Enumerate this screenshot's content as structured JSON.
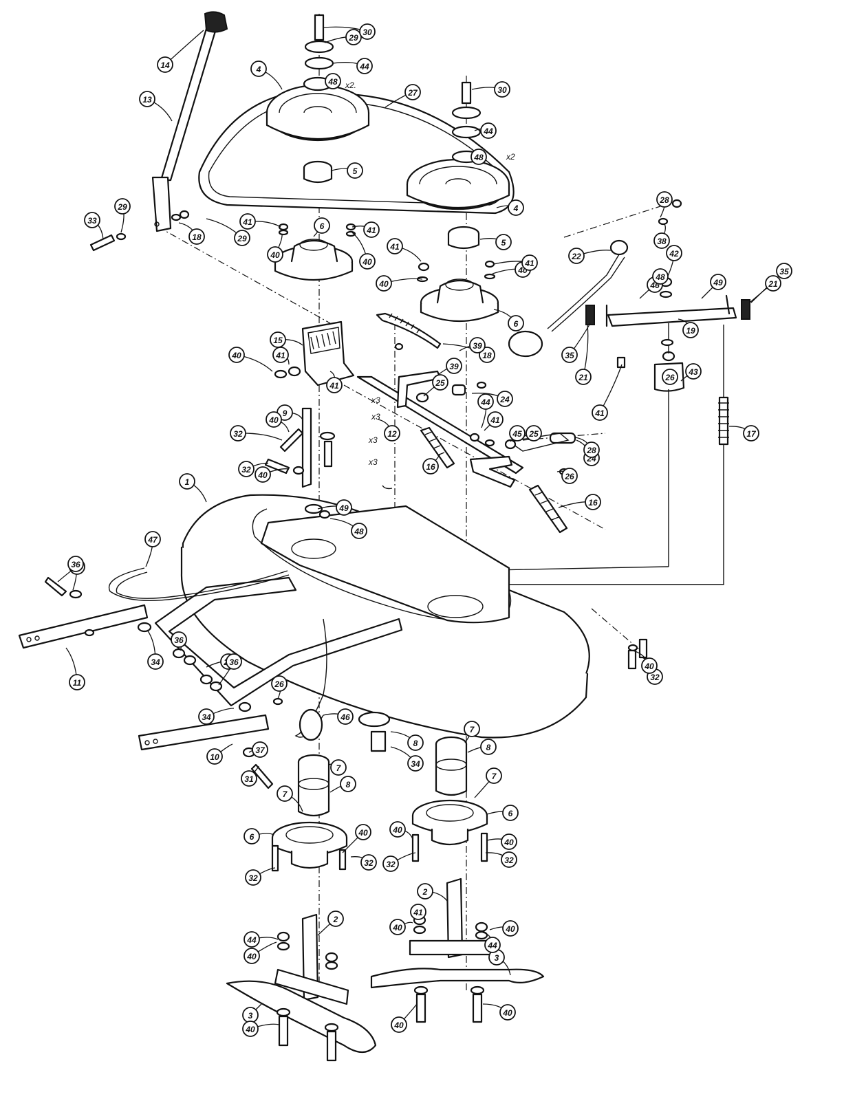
{
  "callouts": [
    {
      "label": "1"
    },
    {
      "label": "2"
    },
    {
      "label": "2"
    },
    {
      "label": "3"
    },
    {
      "label": "3"
    },
    {
      "label": "4"
    },
    {
      "label": "4"
    },
    {
      "label": "5"
    },
    {
      "label": "5"
    },
    {
      "label": "6"
    },
    {
      "label": "6"
    },
    {
      "label": "6"
    },
    {
      "label": "6"
    },
    {
      "label": "7"
    },
    {
      "label": "7"
    },
    {
      "label": "7"
    },
    {
      "label": "7"
    },
    {
      "label": "8"
    },
    {
      "label": "8"
    },
    {
      "label": "8"
    },
    {
      "label": "9"
    },
    {
      "label": "10"
    },
    {
      "label": "11"
    },
    {
      "label": "12"
    },
    {
      "label": "13"
    },
    {
      "label": "14"
    },
    {
      "label": "15"
    },
    {
      "label": "16"
    },
    {
      "label": "16"
    },
    {
      "label": "17"
    },
    {
      "label": "18"
    },
    {
      "label": "18"
    },
    {
      "label": "19"
    },
    {
      "label": "21"
    },
    {
      "label": "21"
    },
    {
      "label": "22"
    },
    {
      "label": "24"
    },
    {
      "label": "24"
    },
    {
      "label": "25"
    },
    {
      "label": "25"
    },
    {
      "label": "26"
    },
    {
      "label": "26"
    },
    {
      "label": "26"
    },
    {
      "label": "26"
    },
    {
      "label": "27"
    },
    {
      "label": "28"
    },
    {
      "label": "28"
    },
    {
      "label": "29"
    },
    {
      "label": "29"
    },
    {
      "label": "29"
    },
    {
      "label": "30"
    },
    {
      "label": "30"
    },
    {
      "label": "31"
    },
    {
      "label": "31"
    },
    {
      "label": "32"
    },
    {
      "label": "32"
    },
    {
      "label": "32"
    },
    {
      "label": "32"
    },
    {
      "label": "32"
    },
    {
      "label": "32"
    },
    {
      "label": "32"
    },
    {
      "label": "33"
    },
    {
      "label": "34"
    },
    {
      "label": "34"
    },
    {
      "label": "34"
    },
    {
      "label": "35"
    },
    {
      "label": "35"
    },
    {
      "label": "36"
    },
    {
      "label": "36"
    },
    {
      "label": "36"
    },
    {
      "label": "37"
    },
    {
      "label": "38"
    },
    {
      "label": "39"
    },
    {
      "label": "39"
    },
    {
      "label": "40"
    },
    {
      "label": "40"
    },
    {
      "label": "40"
    },
    {
      "label": "40"
    },
    {
      "label": "40"
    },
    {
      "label": "40"
    },
    {
      "label": "40"
    },
    {
      "label": "40"
    },
    {
      "label": "40"
    },
    {
      "label": "40"
    },
    {
      "label": "40"
    },
    {
      "label": "40"
    },
    {
      "label": "40"
    },
    {
      "label": "40"
    },
    {
      "label": "40"
    },
    {
      "label": "40"
    },
    {
      "label": "40"
    },
    {
      "label": "41"
    },
    {
      "label": "41"
    },
    {
      "label": "41"
    },
    {
      "label": "41"
    },
    {
      "label": "41"
    },
    {
      "label": "41"
    },
    {
      "label": "41"
    },
    {
      "label": "41"
    },
    {
      "label": "41"
    },
    {
      "label": "42"
    },
    {
      "label": "43"
    },
    {
      "label": "44"
    },
    {
      "label": "44"
    },
    {
      "label": "44"
    },
    {
      "label": "44"
    },
    {
      "label": "44"
    },
    {
      "label": "45"
    },
    {
      "label": "46"
    },
    {
      "label": "46"
    },
    {
      "label": "47"
    },
    {
      "label": "48"
    },
    {
      "label": "48"
    },
    {
      "label": "48"
    },
    {
      "label": "48"
    },
    {
      "label": "49"
    },
    {
      "label": "49"
    }
  ],
  "quantities": [
    "x2.",
    "x2",
    "x3",
    "x3",
    "x3",
    "x3"
  ]
}
